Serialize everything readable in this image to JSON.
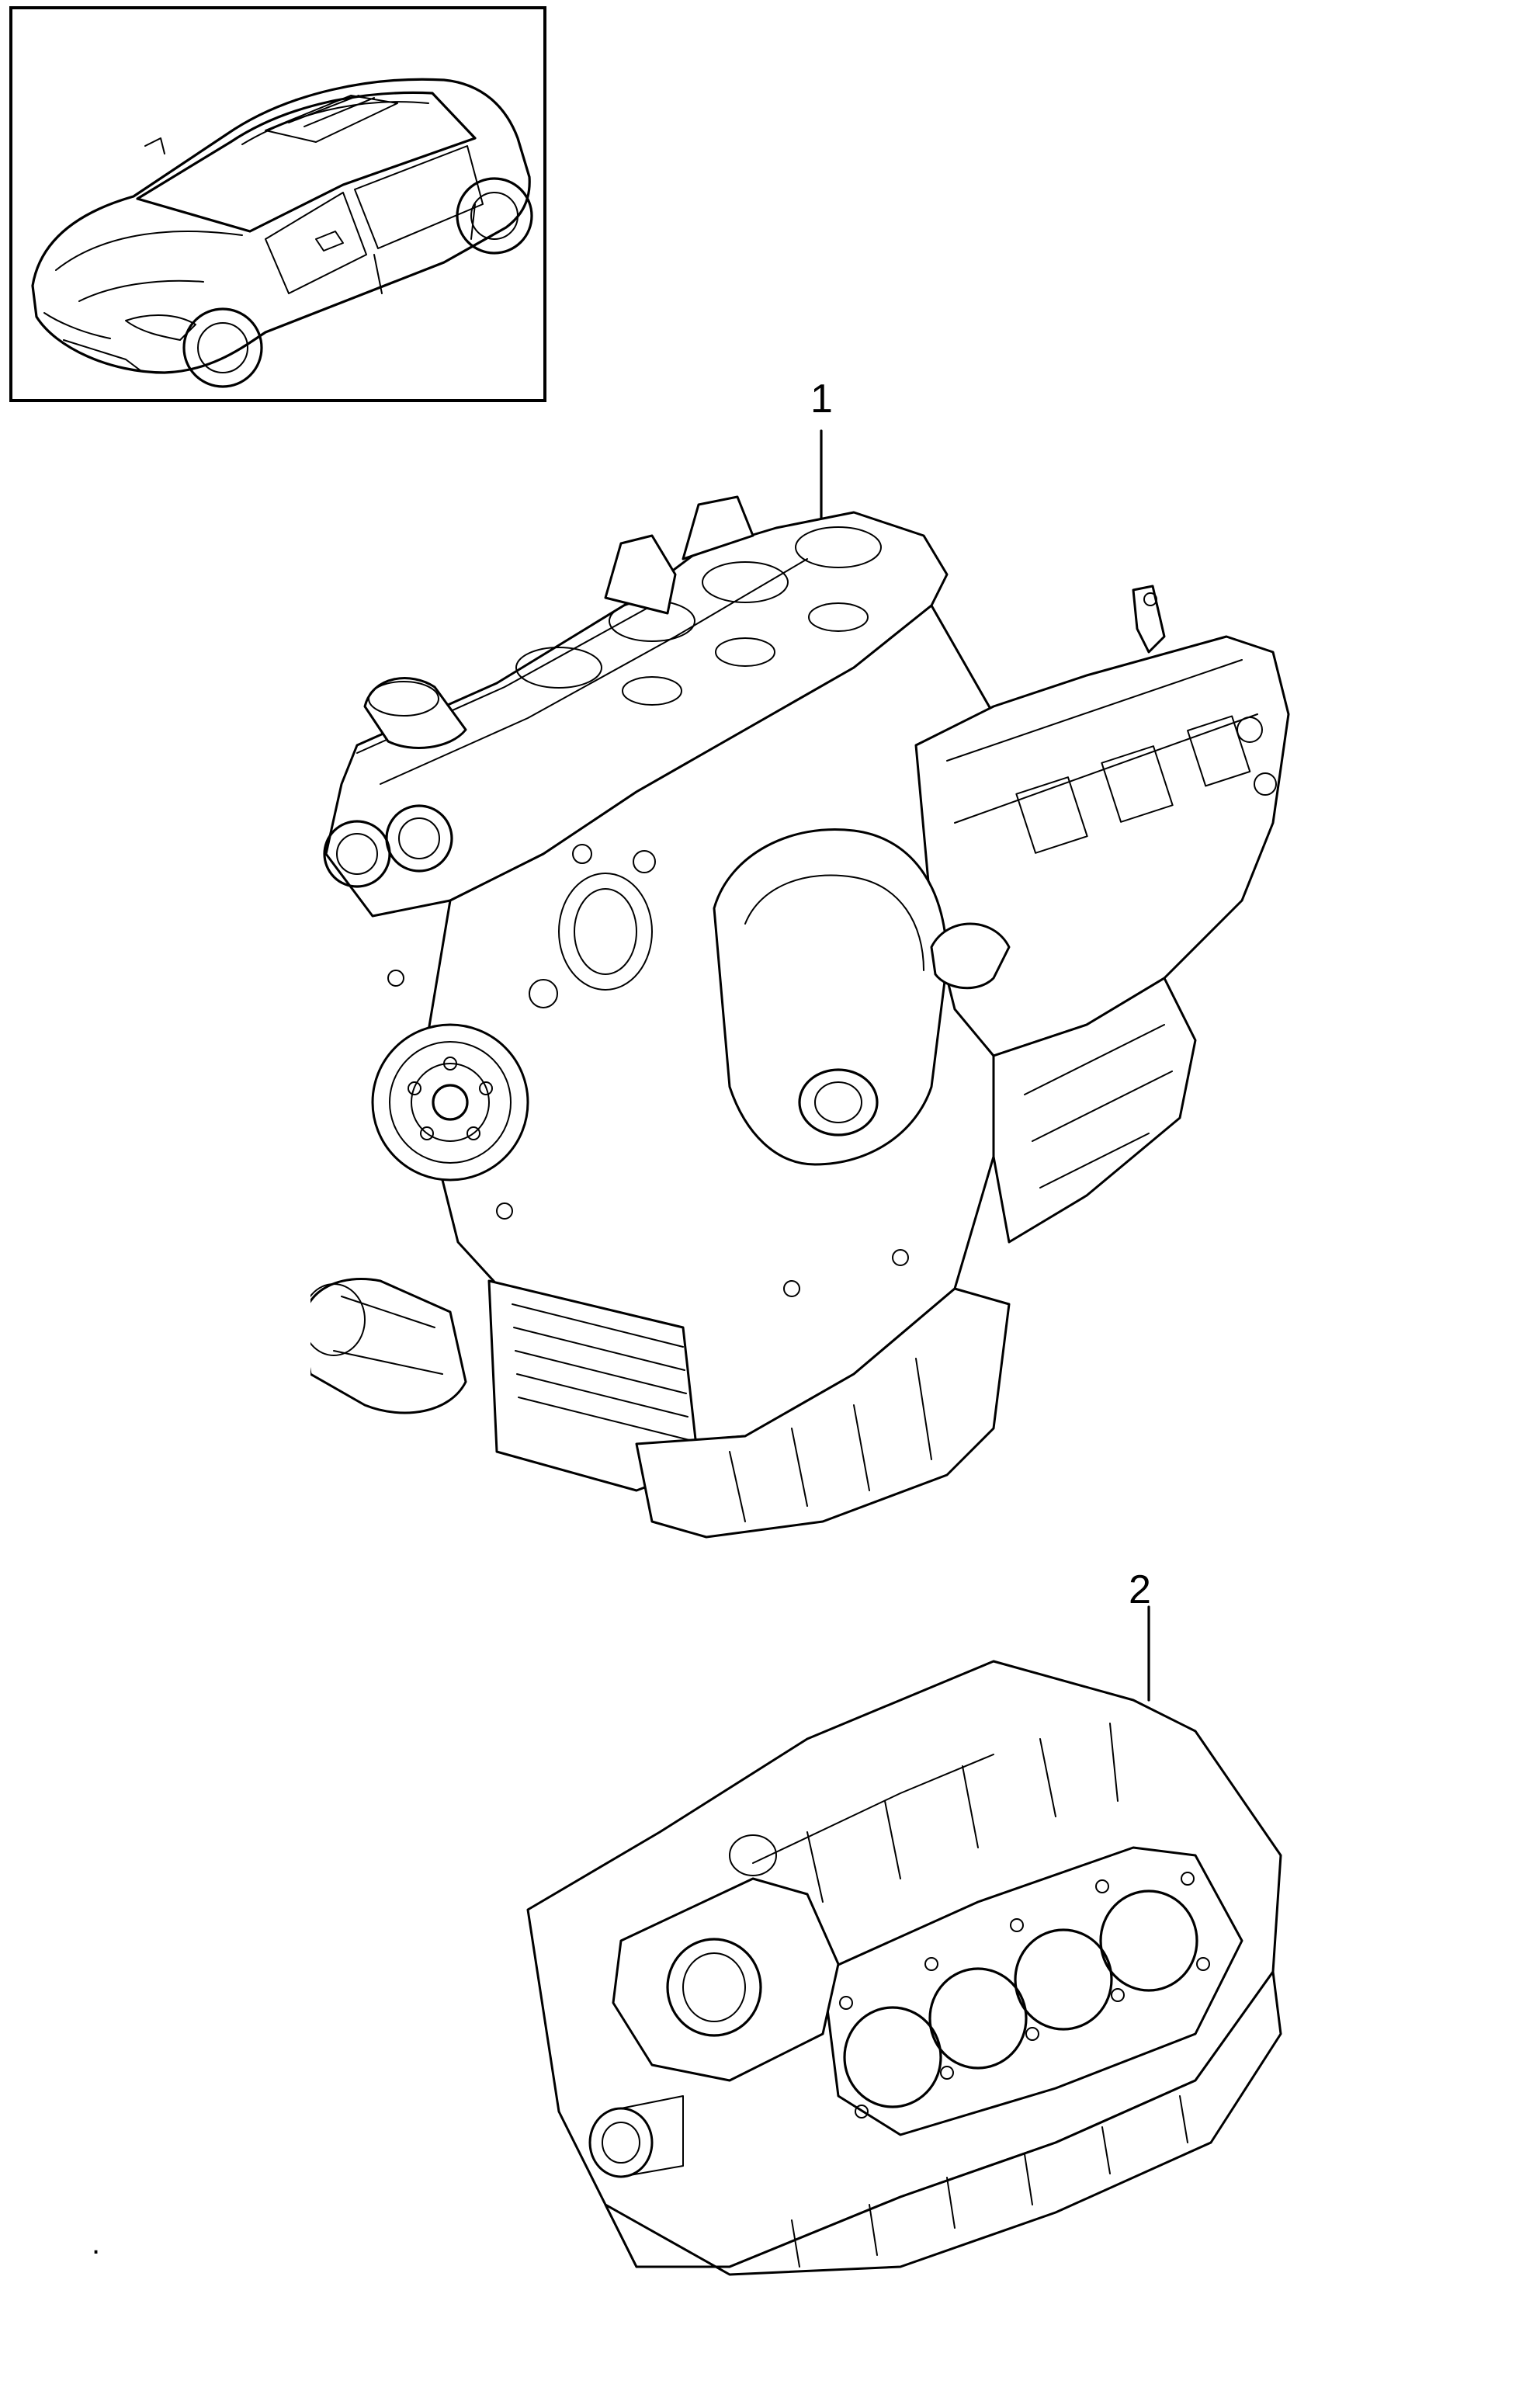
{
  "callouts": [
    {
      "label": "1",
      "part": "engine-assembly"
    },
    {
      "label": "2",
      "part": "short-block"
    }
  ],
  "thumbnail": {
    "icon": "suv-vehicle-icon"
  },
  "marks": {
    "dot": "."
  }
}
